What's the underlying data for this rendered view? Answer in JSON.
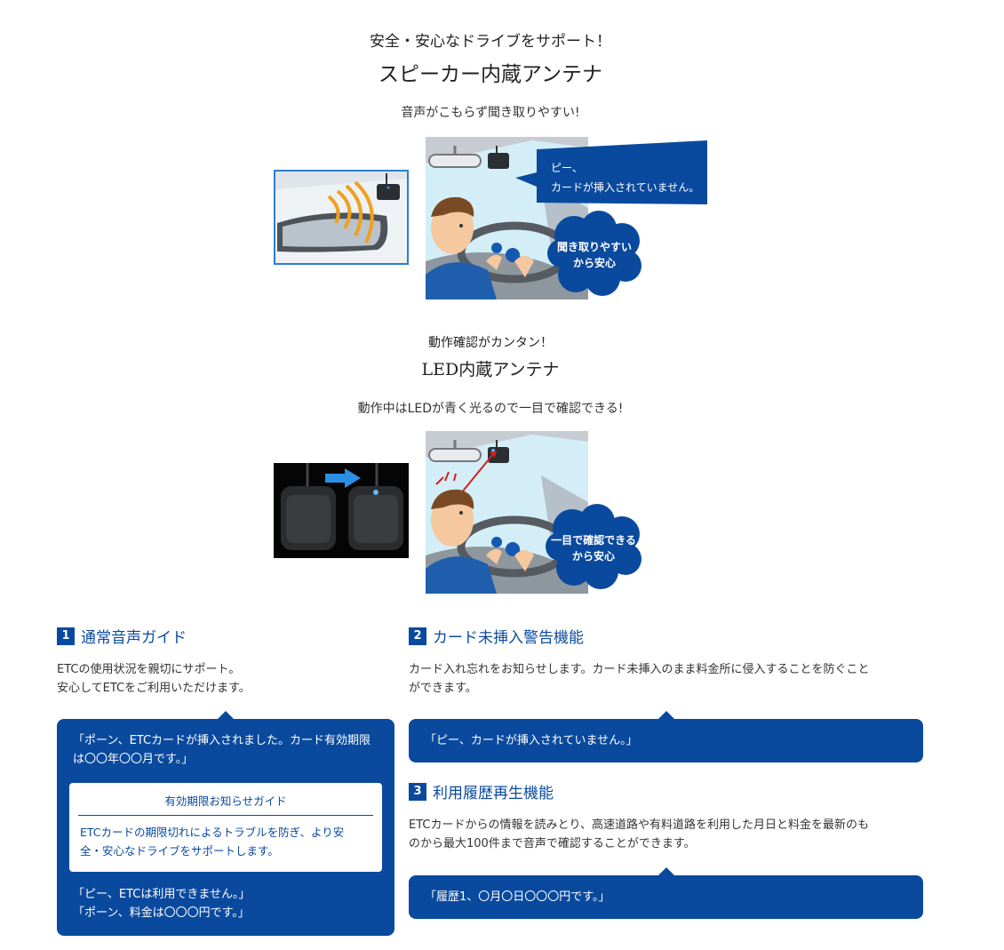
{
  "section1": {
    "subtitle": "安全・安心なドライブをサポート！",
    "title": "スピーカー内蔵アンテナ",
    "lead": "音声がこもらず聞き取りやすい!",
    "speech_line1": "ピー、",
    "speech_line2": "カードが挿入されていません。",
    "cloud_line1": "聞き取りやすい",
    "cloud_line2": "から安心"
  },
  "section2": {
    "subtitle": "動作確認がカンタン！",
    "title": "LED内蔵アンテナ",
    "lead": "動作中はLEDが青く光るので一目で確認できる!",
    "cloud_line1": "一目で確認できる",
    "cloud_line2": "から安心"
  },
  "features": {
    "f1": {
      "number": "1",
      "title": "通常音声ガイド",
      "desc_line1": "ETCの使用状況を親切にサポート。",
      "desc_line2": "安心してETCをご利用いただけます。",
      "card_line1": "「ポーン、ETCカードが挿入されました。カード有効期限",
      "card_line2": "は〇〇年〇〇月です。」",
      "inner_title": "有効期限お知らせガイド",
      "inner_line1": "ETCカードの期限切れによるトラブルを防ぎ、より安",
      "inner_line2": "全・安心なドライブをサポートします。",
      "card_line3": "「ピー、ETCは利用できません。」",
      "card_line4": "「ポーン、料金は〇〇〇円です。」"
    },
    "f2": {
      "number": "2",
      "title": "カード未挿入警告機能",
      "desc_line1": "カード入れ忘れをお知らせします。カード未挿入のまま料金所に侵入することを防ぐこと",
      "desc_line2": "ができます。",
      "card_text": "「ピー、カードが挿入されていません。」"
    },
    "f3": {
      "number": "3",
      "title": "利用履歴再生機能",
      "desc_line1": "ETCカードからの情報を読みとり、高速道路や有料道路を利用した月日と料金を最新のも",
      "desc_line2": "のから最大100件まで音声で確認することができます。",
      "card_text": "「履歴1、〇月〇日〇〇〇円です。」"
    }
  },
  "colors": {
    "brand_blue": "#0a4a9e",
    "sky": "#cfeaf6",
    "sound_wave": "#f0a020",
    "led_blue": "#2b8fe6"
  },
  "icons": [
    "speaker-antenna-icon",
    "sound-wave-icon",
    "arrow-right-icon",
    "led-antenna-icon",
    "driver-illustration",
    "steering-wheel-icon"
  ]
}
